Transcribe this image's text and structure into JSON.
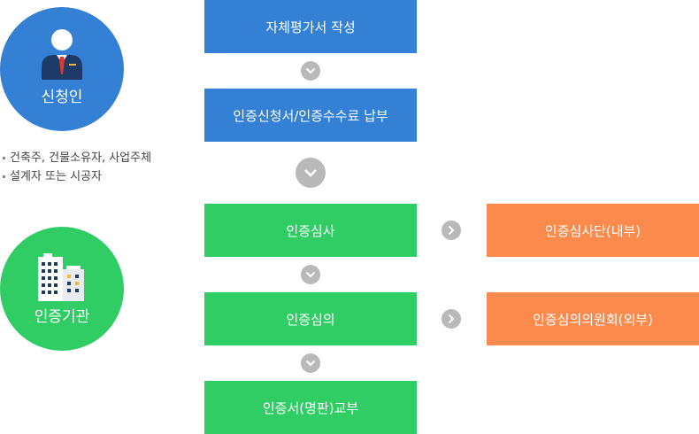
{
  "actors": {
    "applicant": {
      "label": "신청인"
    },
    "agency": {
      "label": "인증기관"
    }
  },
  "notes": [
    "건축주, 건물소유자, 사업주체",
    "설계자 또는 시공자"
  ],
  "steps": [
    {
      "label": "자체평가서 작성"
    },
    {
      "label": "인증신청서/인증수수료 납부"
    },
    {
      "label": "인증심사"
    },
    {
      "label": "인증심의"
    },
    {
      "label": "인증서(명판)교부"
    }
  ],
  "side_steps": [
    {
      "label": "인증심사단(내부)"
    },
    {
      "label": "인증심의의원회(외부)"
    }
  ],
  "colors": {
    "applicant": "#3380d4",
    "agency": "#2fcd64",
    "external": "#fd8a4d",
    "connector": "#b9b9b9"
  },
  "icons": {
    "applicant": "business-person-icon",
    "agency": "office-buildings-icon",
    "flow_down": "chevron-down-icon",
    "flow_right": "chevron-right-icon"
  }
}
